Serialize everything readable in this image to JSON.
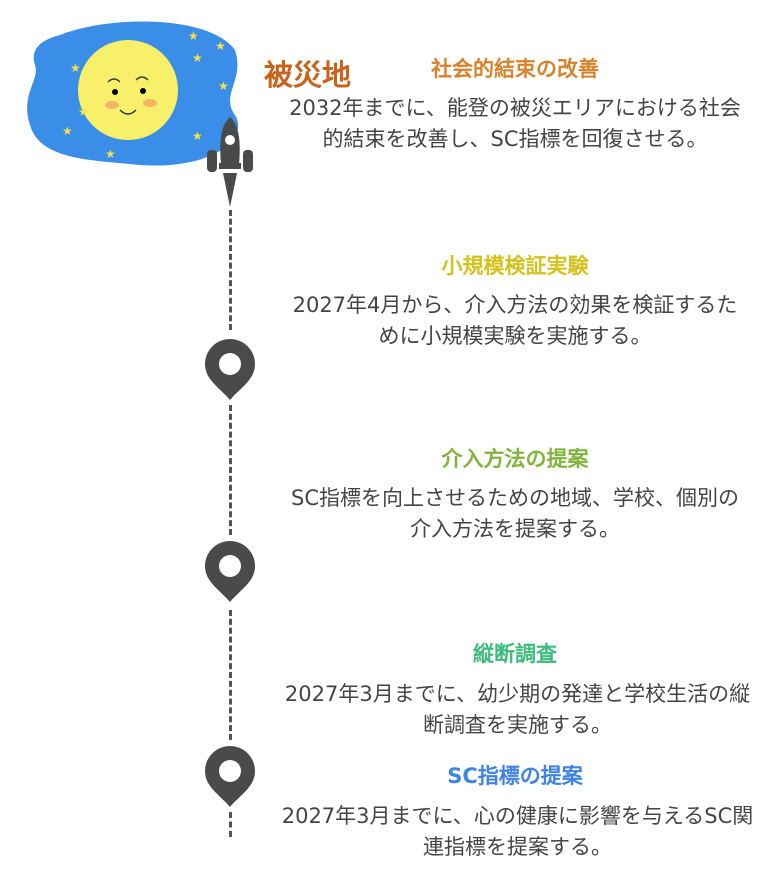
{
  "header": {
    "label": "被災地"
  },
  "colors": {
    "t1": "#d9822b",
    "t2": "#d6c21c",
    "t3": "#80b43a",
    "t4": "#3dbb7c",
    "t5": "#3f84e5",
    "body": "#444444",
    "icon": "#4a4a4a"
  },
  "steps": [
    {
      "title": "社会的結束の改善",
      "text": "2032年までに、能登の被災エリアにおける社会的結束を改善し、SC指標を回復させる。",
      "icon": "rocket-icon"
    },
    {
      "title": "小規模検証実験",
      "text": "2027年4月から、介入方法の効果を検証するために小規模実験を実施する。",
      "icon": "map-pin-icon"
    },
    {
      "title": "介入方法の提案",
      "text": "SC指標を向上させるための地域、学校、個別の介入方法を提案する。",
      "icon": "map-pin-icon"
    },
    {
      "title": "縦断調査",
      "text": "2027年3月までに、幼少期の発達と学校生活の縦断調査を実施する。",
      "icon": "map-pin-icon"
    },
    {
      "title": "SC指標の提案",
      "text": "2027年3月までに、心の健康に影響を与えるSC関連指標を提案する。",
      "icon": "map-pin-icon"
    }
  ]
}
